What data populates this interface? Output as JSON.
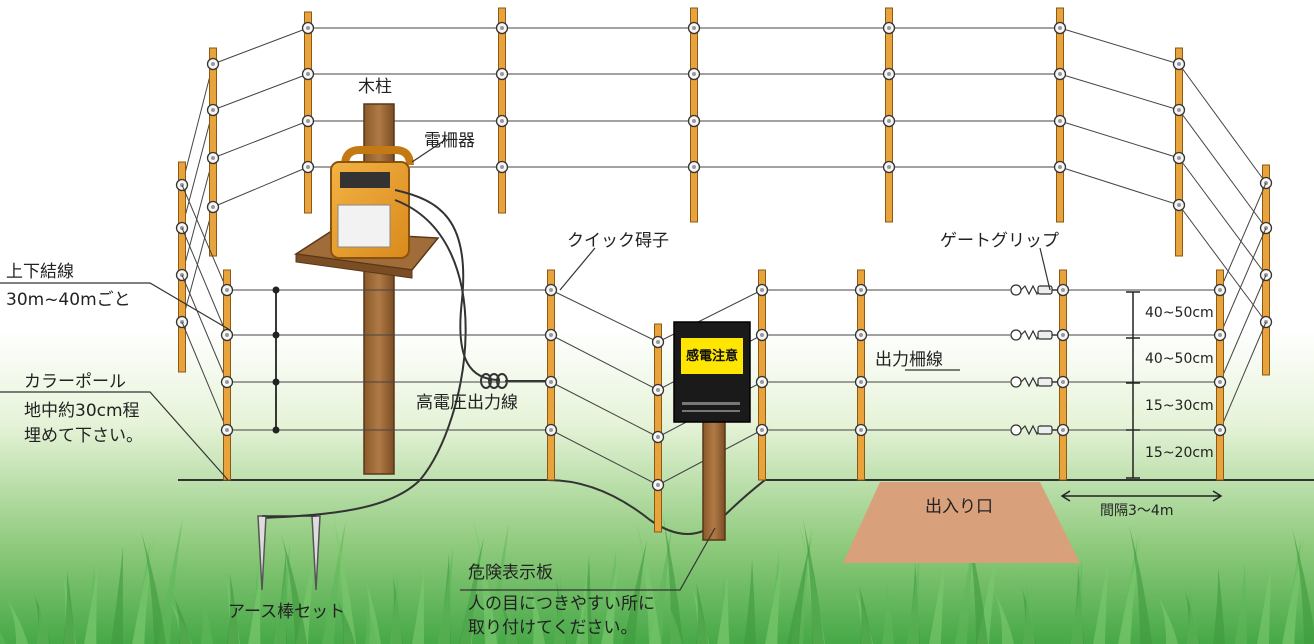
{
  "labels": {
    "wooden_post": "木柱",
    "energizer": "電柵器",
    "vertical_tie_line": "上下結線",
    "vertical_tie_interval": "30m~40mごと",
    "color_pole": "カラーポール",
    "burial_depth_line1": "地中約30cm程",
    "burial_depth_line2": "埋めて下さい。",
    "hv_output_wire": "高電圧出力線",
    "earth_rod_set": "アース棒セット",
    "quick_insulator": "クイック碍子",
    "gate_grip": "ゲートグリップ",
    "output_fence_wire": "出力柵線",
    "entrance": "出入り口",
    "warning_board": "危険表示板",
    "warning_board_note_line1": "人の目につきやすい所に",
    "warning_board_note_line2": "取り付けてください。",
    "sign_text": "感電注意",
    "pole_spacing": "間隔3～4m"
  },
  "wire_spacings": [
    "40~50cm",
    "40~50cm",
    "15~30cm",
    "15~20cm"
  ],
  "colors": {
    "pole": "#e8a33d",
    "grass_top": "#ffffff",
    "grass_bottom": "#46a847",
    "entrance_ground": "#d9a07c",
    "sign_yellow": "#ffe600"
  }
}
